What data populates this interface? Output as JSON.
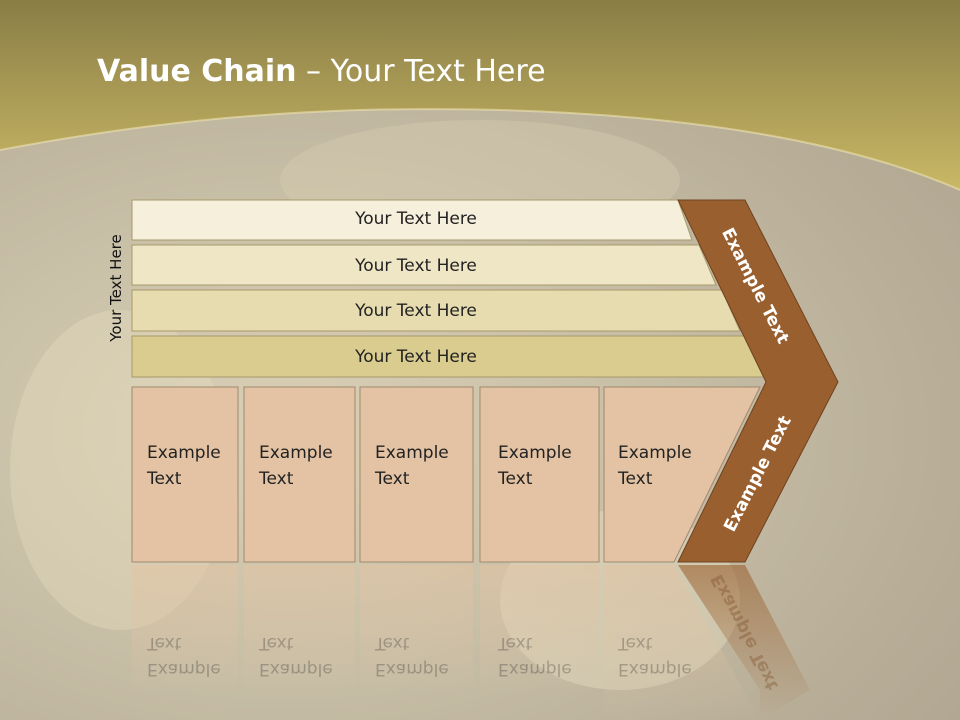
{
  "title": {
    "bold": "Value Chain",
    "rest": " – Your Text Here"
  },
  "side_label": "Your Text Here",
  "rows": [
    "Your Text Here",
    "Your Text Here",
    "Your Text Here",
    "Your Text Here"
  ],
  "columns": [
    {
      "line1": "Example",
      "line2": "Text"
    },
    {
      "line1": "Example",
      "line2": "Text"
    },
    {
      "line1": "Example",
      "line2": "Text"
    },
    {
      "line1": "Example",
      "line2": "Text"
    },
    {
      "line1": "Example",
      "line2": "Text"
    }
  ],
  "chevron": {
    "upper": "Example Text",
    "lower": "Example Text"
  },
  "colors": {
    "header": "#b9a756",
    "row_fills": [
      "#f5efdc",
      "#efe6c6",
      "#e6dcb0",
      "#d9cc8e"
    ],
    "column_fill": "#e3c3a3",
    "chevron": "#9a5f2e"
  }
}
